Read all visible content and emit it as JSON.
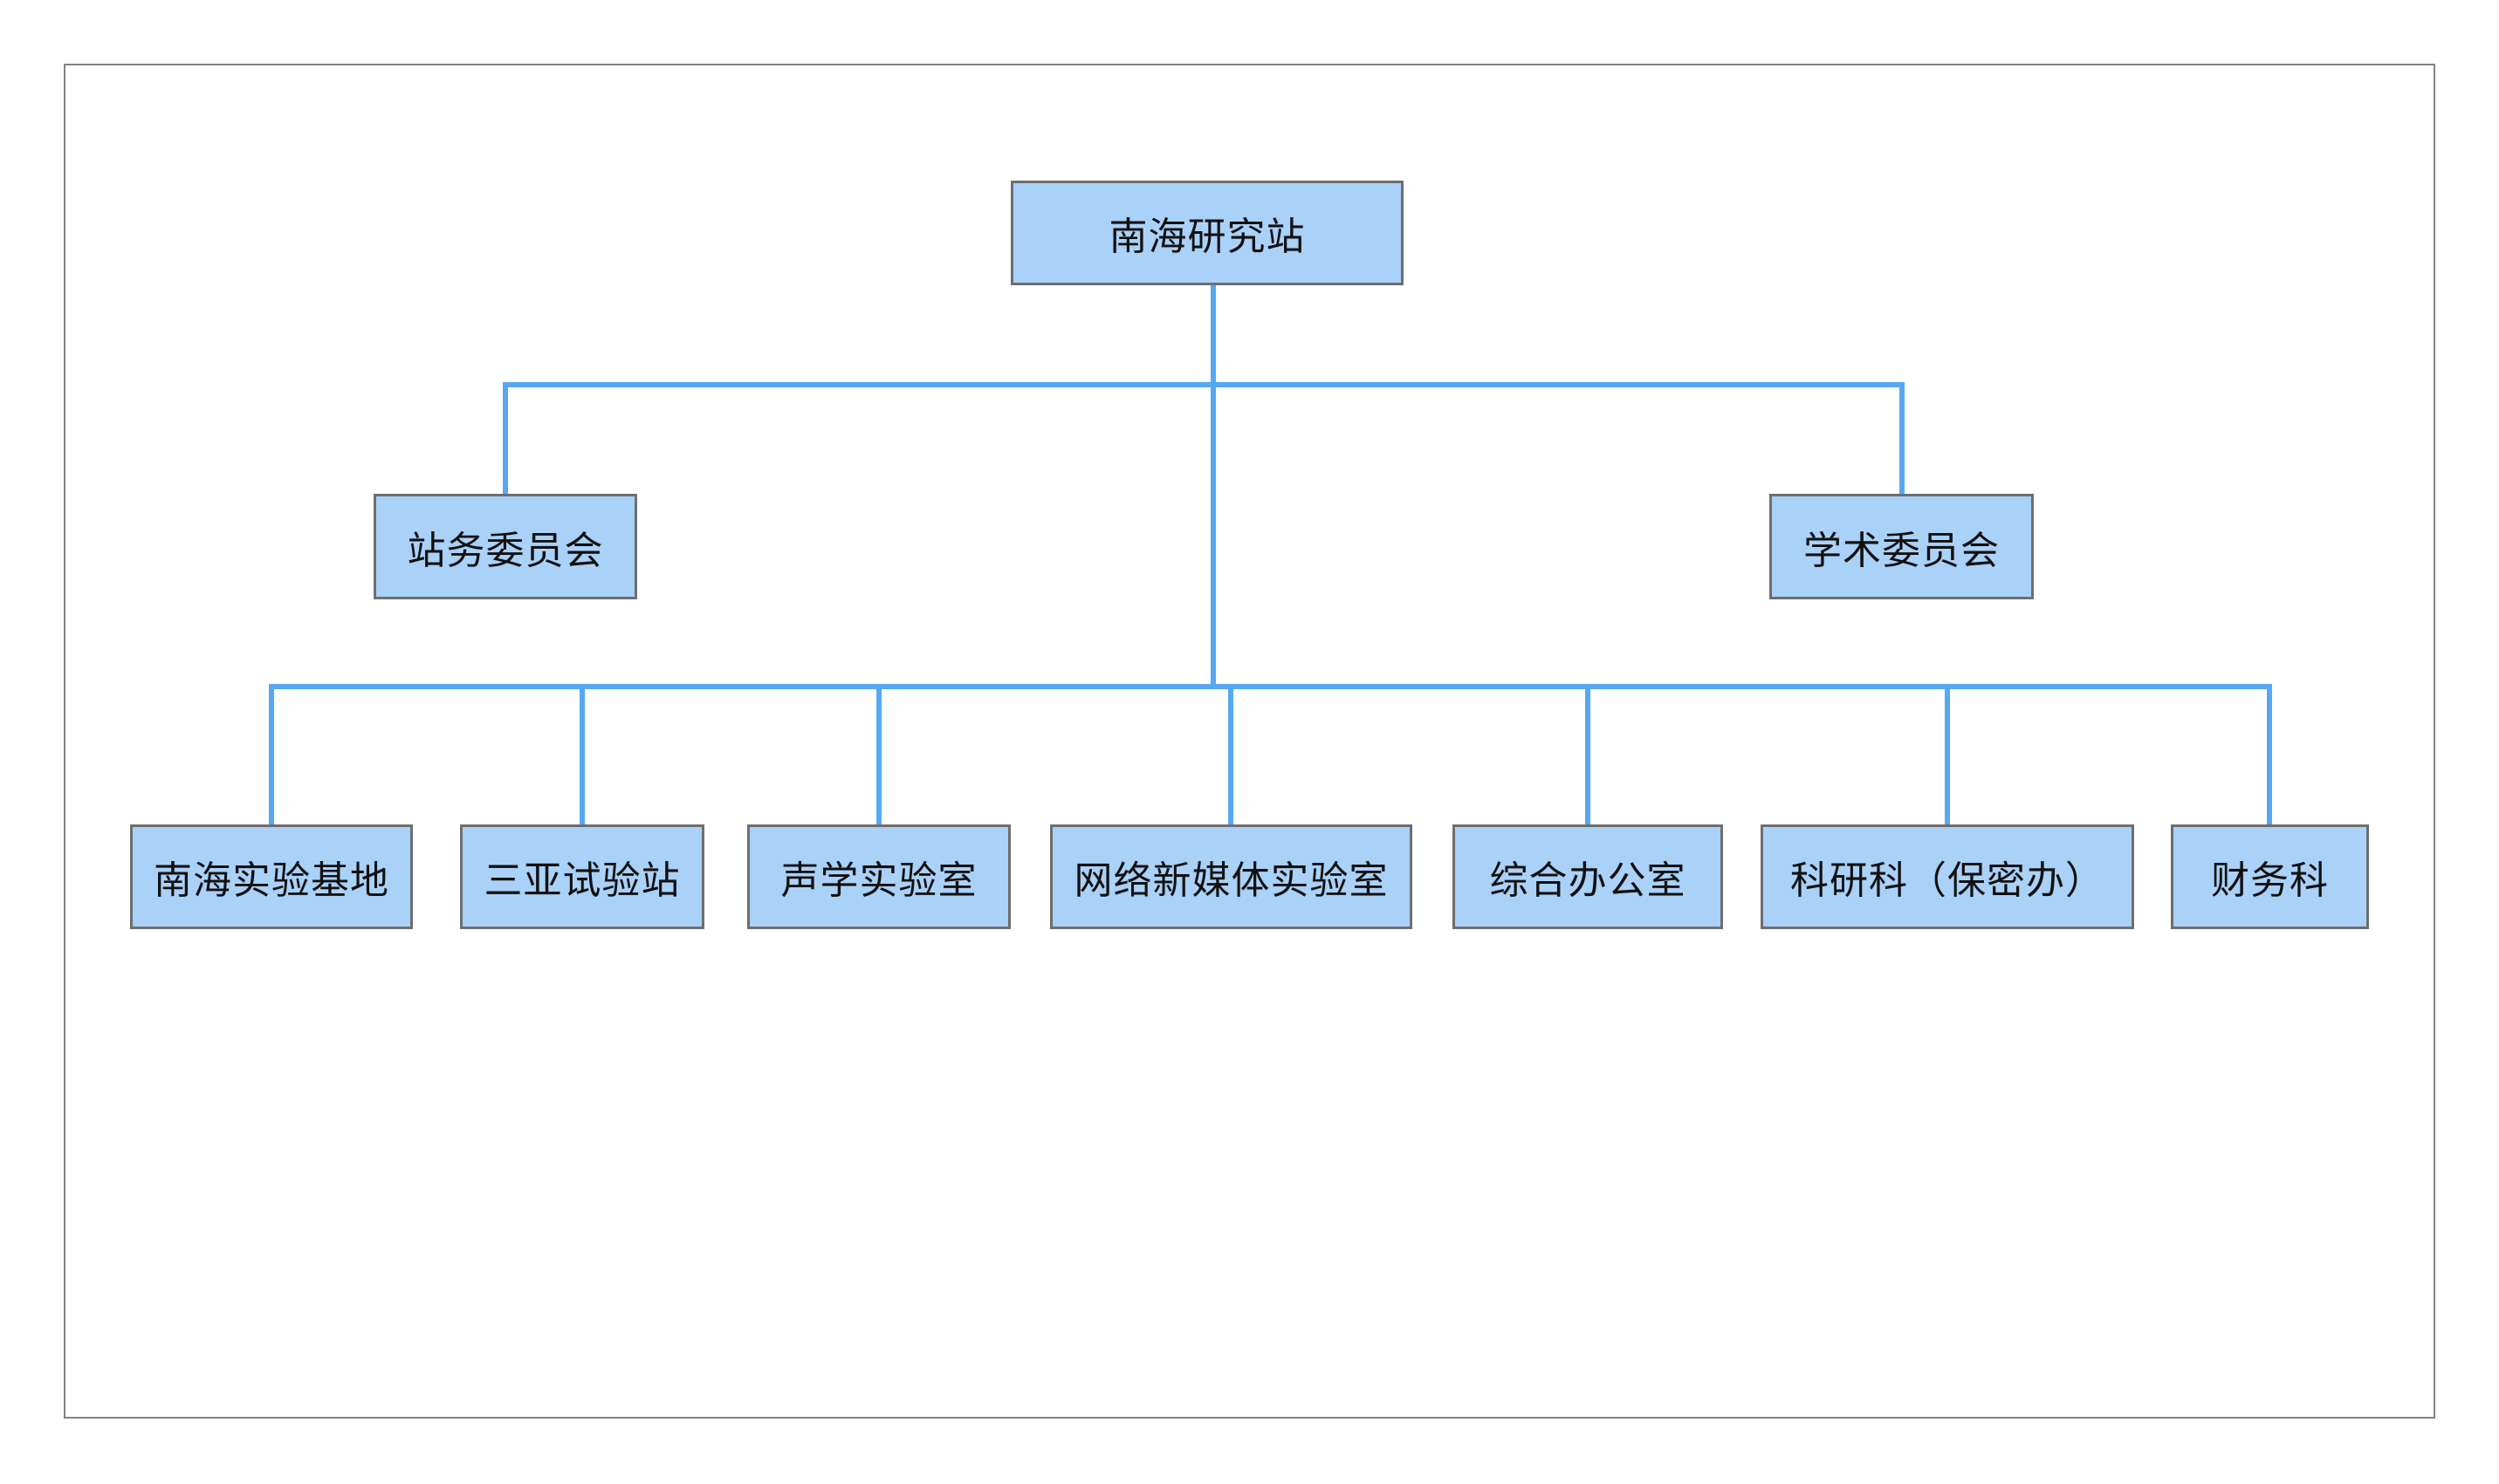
{
  "org_chart": {
    "type": "org-chart",
    "root": {
      "label": "南海研究站"
    },
    "level2": [
      {
        "label": "站务委员会"
      },
      {
        "label": "学术委员会"
      }
    ],
    "level3": [
      {
        "label": "南海实验基地"
      },
      {
        "label": "三亚试验站"
      },
      {
        "label": "声学实验室"
      },
      {
        "label": "网络新媒体实验室"
      },
      {
        "label": "综合办公室"
      },
      {
        "label": "科研科（保密办）"
      },
      {
        "label": "财务科"
      }
    ],
    "edges": [
      {
        "from": "南海研究站",
        "to": "站务委员会"
      },
      {
        "from": "南海研究站",
        "to": "学术委员会"
      },
      {
        "from": "南海研究站",
        "to": "南海实验基地"
      },
      {
        "from": "南海研究站",
        "to": "三亚试验站"
      },
      {
        "from": "南海研究站",
        "to": "声学实验室"
      },
      {
        "from": "南海研究站",
        "to": "网络新媒体实验室"
      },
      {
        "from": "南海研究站",
        "to": "综合办公室"
      },
      {
        "from": "南海研究站",
        "to": "科研科（保密办）"
      },
      {
        "from": "南海研究站",
        "to": "财务科"
      }
    ]
  },
  "colors": {
    "background": "#FFFFFF",
    "frame_border": "#828282",
    "node_fill": "#AAD1F8",
    "node_border": "#6E6E6E",
    "connector": "#57A8F2",
    "text": "#111111"
  }
}
